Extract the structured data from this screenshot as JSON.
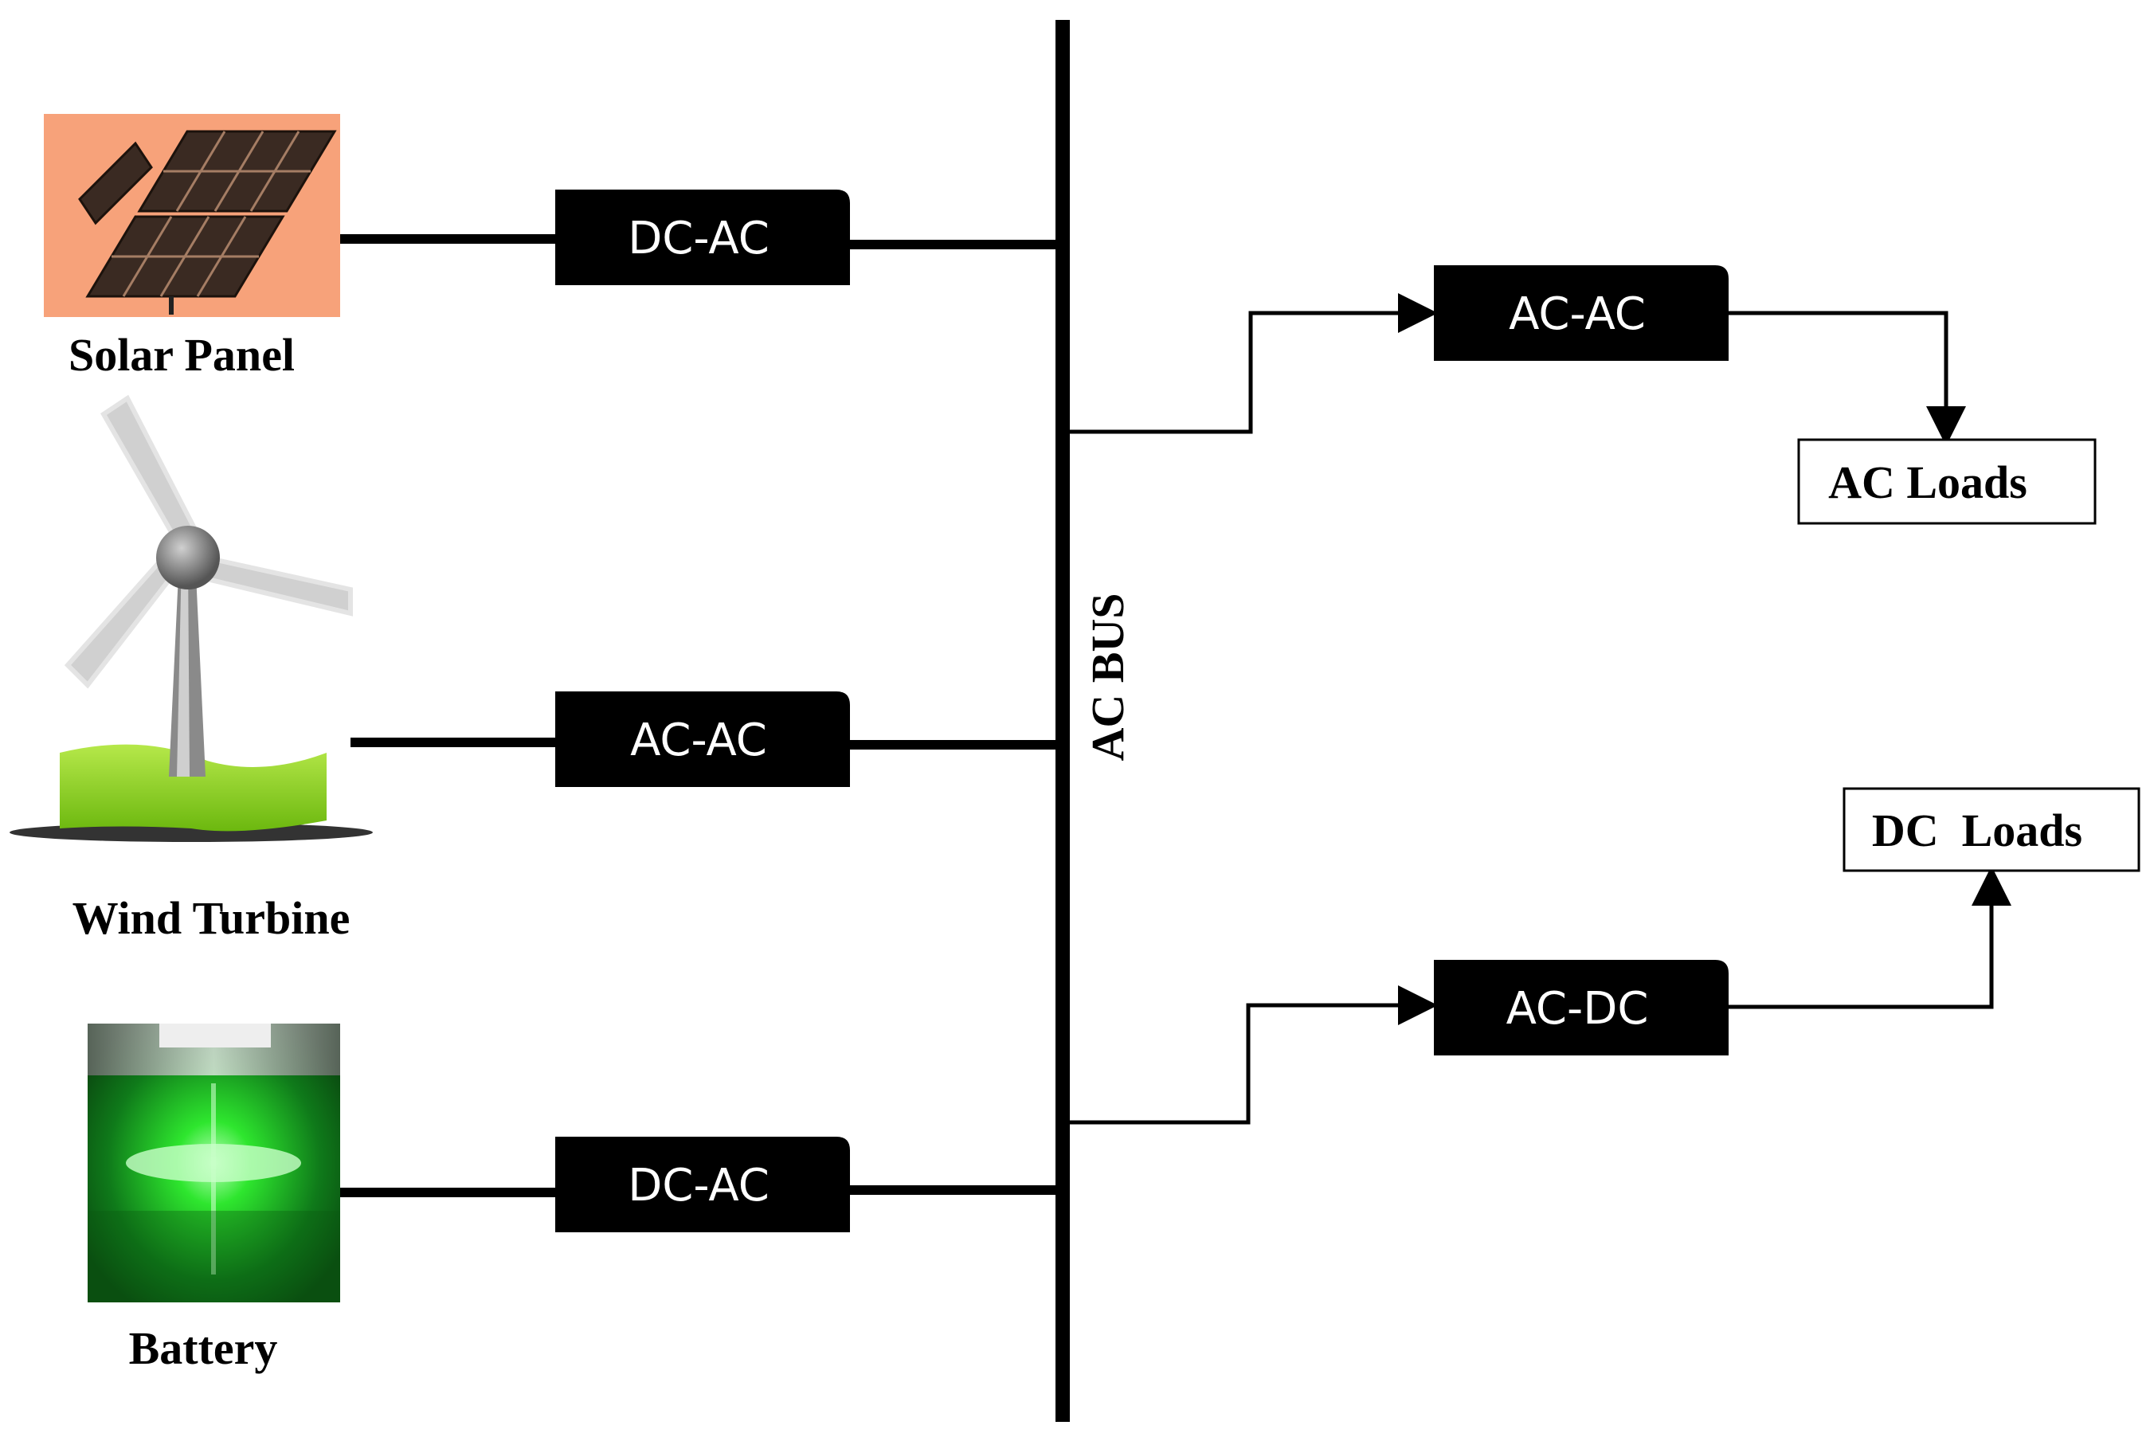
{
  "bus": {
    "label": "AC BUS"
  },
  "sources": {
    "solar": {
      "label": "Solar Panel",
      "converter": "DC-AC"
    },
    "wind": {
      "label": "Wind Turbine",
      "converter": "AC-AC"
    },
    "battery": {
      "label": "Battery",
      "converter": "DC-AC"
    }
  },
  "loads": {
    "ac": {
      "label": "AC Loads",
      "converter": "AC-AC"
    },
    "dc": {
      "label": "DC  Loads",
      "converter": "AC-DC"
    }
  },
  "colors": {
    "line": "#000000",
    "converter_fill": "#000000",
    "converter_text": "#ffffff",
    "solar_bg": "#f7a27a",
    "turbine_ground": "#8fd11a",
    "battery_glow": "#2ee62e"
  }
}
